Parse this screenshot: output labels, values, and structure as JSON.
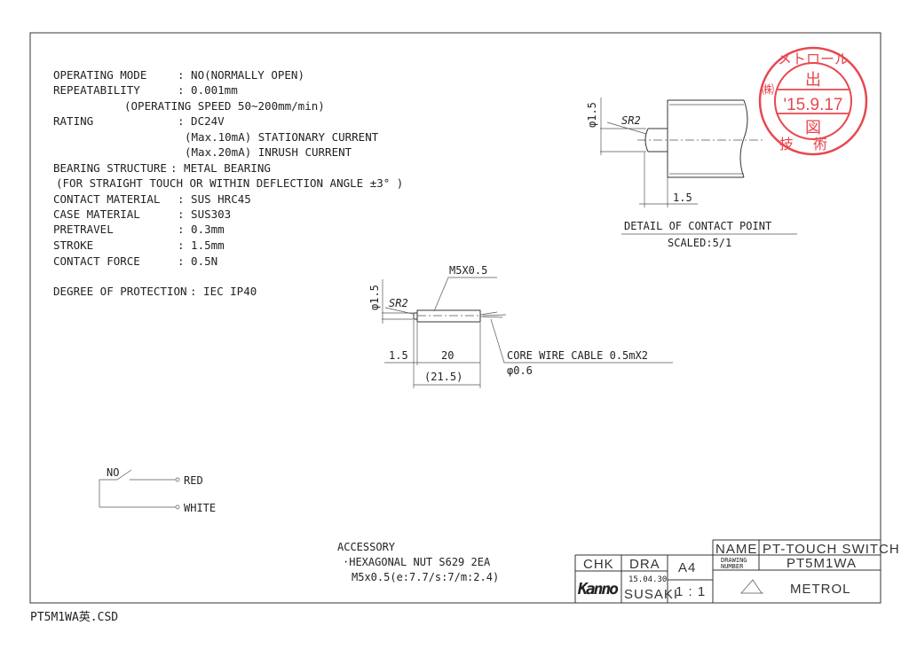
{
  "specs": [
    {
      "label": "OPERATING MODE",
      "value": ": NO(NORMALLY OPEN)"
    },
    {
      "label": "REPEATABILITY",
      "value": ": 0.001mm"
    },
    {
      "label": "",
      "value": "(OPERATING SPEED  50~200mm/min)"
    },
    {
      "label": "RATING",
      "value": ": DC24V"
    },
    {
      "label": "",
      "value": "(Max.10mA) STATIONARY CURRENT"
    },
    {
      "label": "",
      "value": "(Max.20mA) INRUSH CURRENT"
    },
    {
      "label": "BEARING STRUCTURE",
      "value": ": METAL BEARING"
    },
    {
      "label": "",
      "value": "(FOR STRAIGHT TOUCH OR WITHIN DEFLECTION ANGLE ±3° )"
    },
    {
      "label": "CONTACT MATERIAL",
      "value": ": SUS HRC45"
    },
    {
      "label": "CASE MATERIAL",
      "value": ": SUS303"
    },
    {
      "label": "PRETRAVEL",
      "value": ": 0.3mm"
    },
    {
      "label": "STROKE",
      "value": ": 1.5mm"
    },
    {
      "label": "CONTACT FORCE",
      "value": ": 0.5N"
    },
    {
      "label": "DEGREE OF PROTECTION",
      "value": ": IEC IP40"
    }
  ],
  "detail": {
    "dia": "φ1.5",
    "radius": "SR2",
    "length": "1.5",
    "title": "DETAIL OF CONTACT POINT",
    "scale": "SCALED:5/1"
  },
  "main_view": {
    "thread": "M5X0.5",
    "dia": "φ1.5",
    "radius": "SR2",
    "tip_len": "1.5",
    "body_len": "20",
    "total_len": "(21.5)",
    "cable": "CORE WIRE CABLE 0.5mX2",
    "cable_dia": "φ0.6"
  },
  "circuit": {
    "switch_label": "NO",
    "wire1": "RED",
    "wire2": "WHITE"
  },
  "accessory": {
    "title": "ACCESSORY",
    "line1": "·HEXAGONAL NUT  S629  2EA",
    "line2": "M5x0.5(e:7.7/s:7/m:2.4)"
  },
  "title_block": {
    "chk_label": "CHK",
    "dra_label": "DRA",
    "size": "A4",
    "chk_sign": "Kanno",
    "date": "15.04.30",
    "drafter": "SUSAKI",
    "scale": "1 : 1",
    "name_label": "NAME",
    "name": "PT-TOUCH SWITCH",
    "drawing_number_label_1": "DRAWING",
    "drawing_number_label_2": "NUMBER",
    "drawing_number": "PT5M1WA",
    "company": "METROL"
  },
  "stamp": {
    "top": "メトロール",
    "mid_top": "出",
    "date": "'15.9.17",
    "mid_bottom": "図",
    "left": "㈱",
    "bottom": "技術"
  },
  "filename": "PT5M1WA英.CSD",
  "colors": {
    "stamp": "#e8474f",
    "ink": "#222222"
  }
}
